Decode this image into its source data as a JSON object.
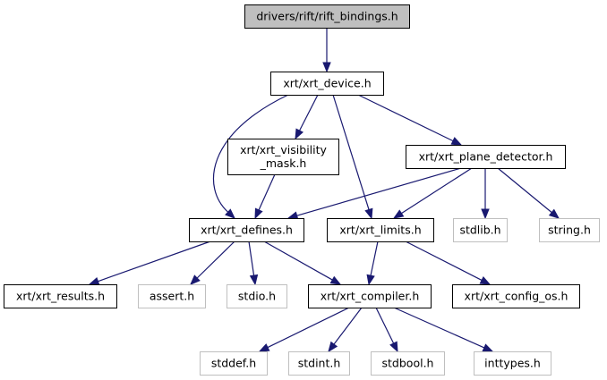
{
  "graph": {
    "title": "Include dependency graph for rift_bindings.h",
    "colors": {
      "edge": "#191970",
      "main_fill": "#bfbfbf",
      "local_border": "#000000",
      "system_border": "#bfbfbf"
    },
    "nodes": [
      {
        "id": "rift_bindings",
        "lines": [
          "drivers/rift/rift_bindings.h"
        ],
        "kind": "main"
      },
      {
        "id": "xrt_device",
        "lines": [
          "xrt/xrt_device.h"
        ],
        "kind": "local"
      },
      {
        "id": "xrt_visibility_mask",
        "lines": [
          "xrt/xrt_visibility",
          "_mask.h"
        ],
        "kind": "local"
      },
      {
        "id": "xrt_plane_detector",
        "lines": [
          "xrt/xrt_plane_detector.h"
        ],
        "kind": "local"
      },
      {
        "id": "xrt_defines",
        "lines": [
          "xrt/xrt_defines.h"
        ],
        "kind": "local"
      },
      {
        "id": "xrt_limits",
        "lines": [
          "xrt/xrt_limits.h"
        ],
        "kind": "local"
      },
      {
        "id": "stdlib",
        "lines": [
          "stdlib.h"
        ],
        "kind": "system"
      },
      {
        "id": "string",
        "lines": [
          "string.h"
        ],
        "kind": "system"
      },
      {
        "id": "xrt_results",
        "lines": [
          "xrt/xrt_results.h"
        ],
        "kind": "local"
      },
      {
        "id": "assert",
        "lines": [
          "assert.h"
        ],
        "kind": "system"
      },
      {
        "id": "stdio",
        "lines": [
          "stdio.h"
        ],
        "kind": "system"
      },
      {
        "id": "xrt_compiler",
        "lines": [
          "xrt/xrt_compiler.h"
        ],
        "kind": "local"
      },
      {
        "id": "xrt_config_os",
        "lines": [
          "xrt/xrt_config_os.h"
        ],
        "kind": "local"
      },
      {
        "id": "stddef",
        "lines": [
          "stddef.h"
        ],
        "kind": "system"
      },
      {
        "id": "stdint",
        "lines": [
          "stdint.h"
        ],
        "kind": "system"
      },
      {
        "id": "stdbool",
        "lines": [
          "stdbool.h"
        ],
        "kind": "system"
      },
      {
        "id": "inttypes",
        "lines": [
          "inttypes.h"
        ],
        "kind": "system"
      }
    ],
    "edges": [
      {
        "from": "rift_bindings",
        "to": "xrt_device"
      },
      {
        "from": "xrt_device",
        "to": "xrt_defines"
      },
      {
        "from": "xrt_device",
        "to": "xrt_visibility_mask"
      },
      {
        "from": "xrt_device",
        "to": "xrt_limits"
      },
      {
        "from": "xrt_device",
        "to": "xrt_plane_detector"
      },
      {
        "from": "xrt_visibility_mask",
        "to": "xrt_defines"
      },
      {
        "from": "xrt_plane_detector",
        "to": "xrt_defines"
      },
      {
        "from": "xrt_plane_detector",
        "to": "xrt_limits"
      },
      {
        "from": "xrt_plane_detector",
        "to": "stdlib"
      },
      {
        "from": "xrt_plane_detector",
        "to": "string"
      },
      {
        "from": "xrt_defines",
        "to": "xrt_results"
      },
      {
        "from": "xrt_defines",
        "to": "assert"
      },
      {
        "from": "xrt_defines",
        "to": "stdio"
      },
      {
        "from": "xrt_defines",
        "to": "xrt_compiler"
      },
      {
        "from": "xrt_limits",
        "to": "xrt_compiler"
      },
      {
        "from": "xrt_limits",
        "to": "xrt_config_os"
      },
      {
        "from": "xrt_compiler",
        "to": "stddef"
      },
      {
        "from": "xrt_compiler",
        "to": "stdint"
      },
      {
        "from": "xrt_compiler",
        "to": "stdbool"
      },
      {
        "from": "xrt_compiler",
        "to": "inttypes"
      }
    ]
  }
}
